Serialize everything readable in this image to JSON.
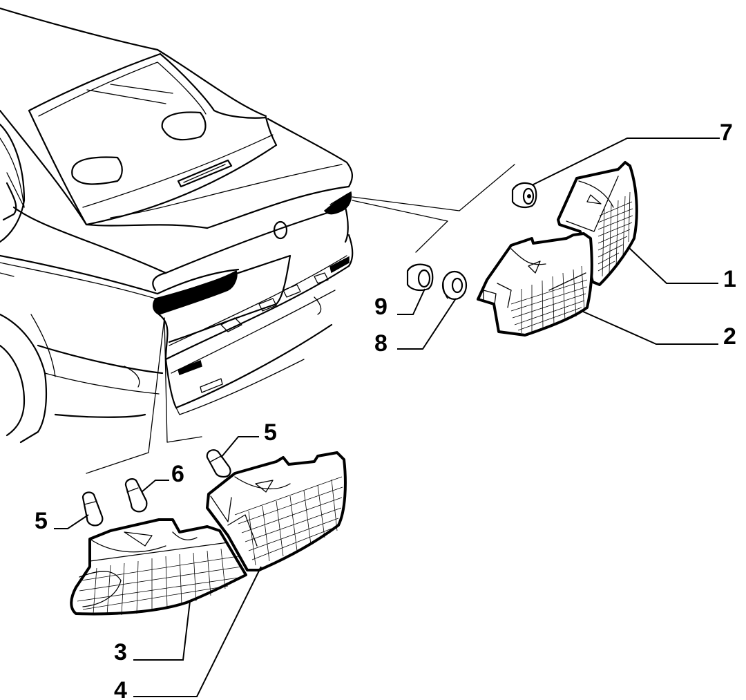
{
  "callouts": {
    "c1": "1",
    "c2": "2",
    "c3": "3",
    "c4": "4",
    "c5a": "5",
    "c5b": "5",
    "c6": "6",
    "c7": "7",
    "c8": "8",
    "c9": "9"
  },
  "colors": {
    "line": "#000000",
    "background": "#ffffff"
  }
}
